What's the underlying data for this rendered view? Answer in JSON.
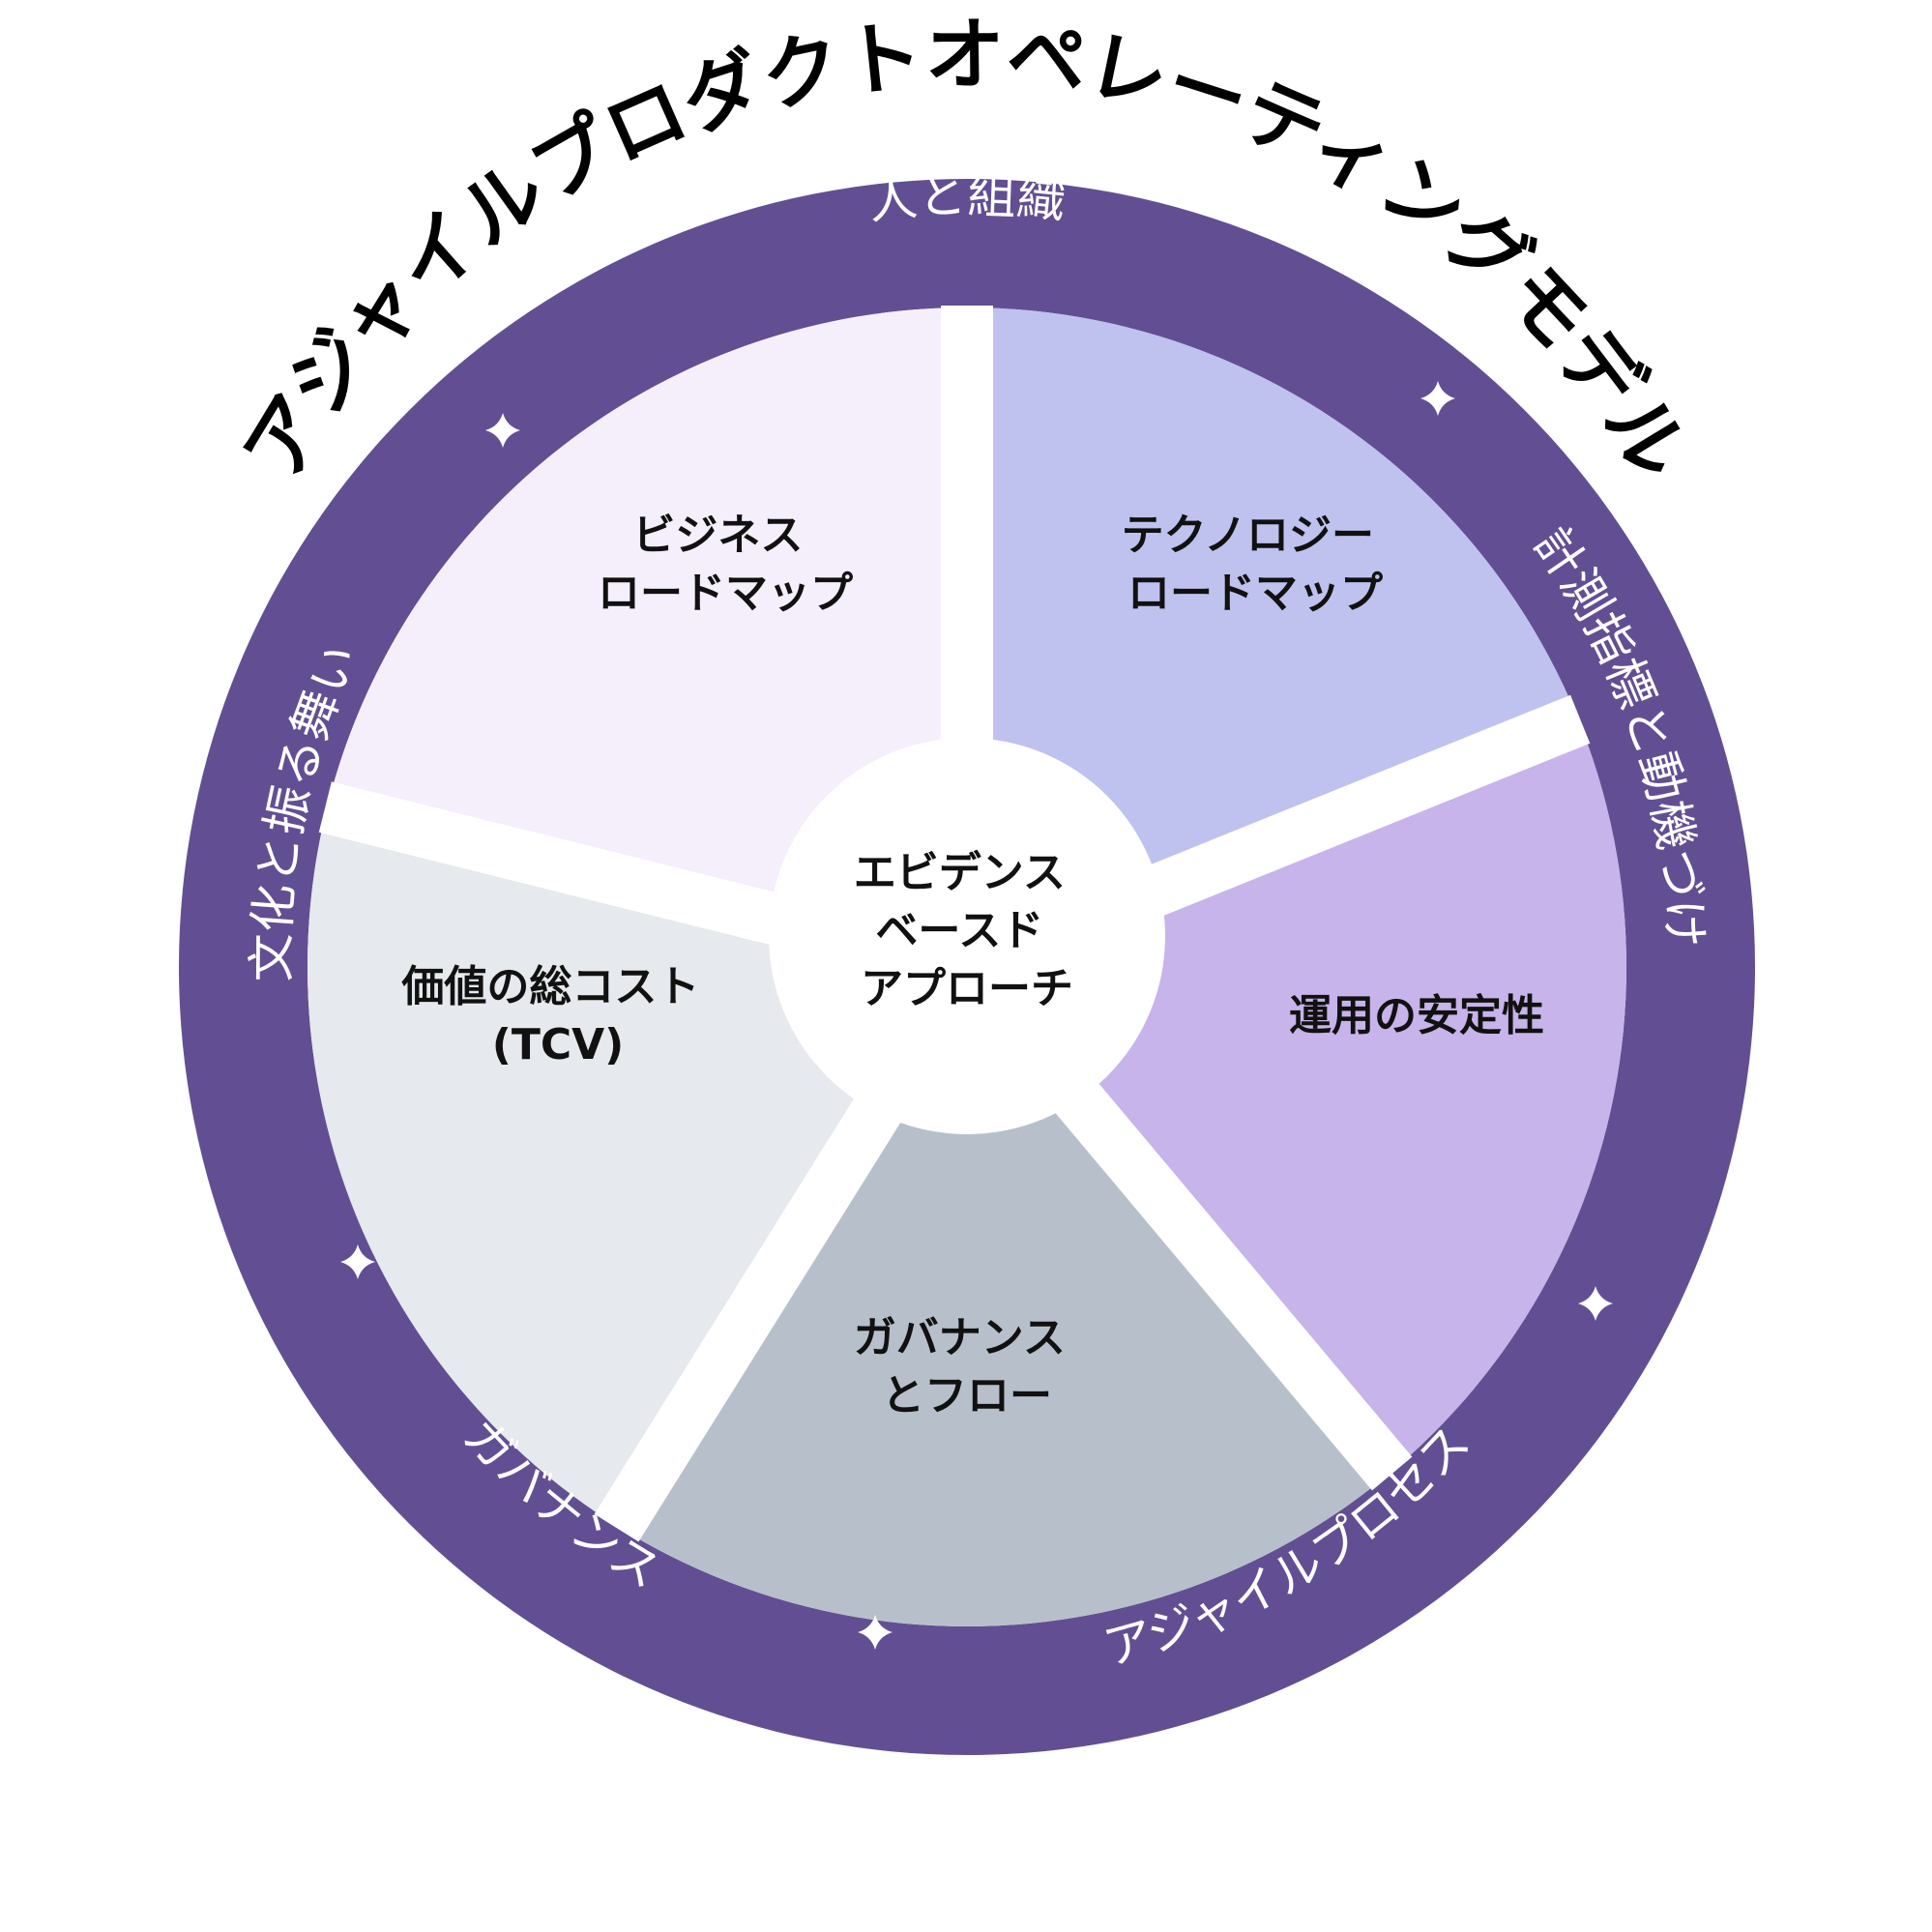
{
  "title": "アジャイルプロダクトオペレーティングモデル",
  "ring_labels": {
    "top": "人と組織",
    "right": "計測指標と動機づけ",
    "bottom_right": "アジャイルプロセス",
    "bottom_left": "ガバナンス",
    "left": "文化と振る舞い"
  },
  "segments": [
    {
      "lines": [
        "ビジネス",
        "ロードマップ"
      ],
      "color": "#f5effc"
    },
    {
      "lines": [
        "テクノロジー",
        "ロードマップ"
      ],
      "color": "#bfc2ee"
    },
    {
      "lines": [
        "運用の安定性"
      ],
      "color": "#c7b4ea"
    },
    {
      "lines": [
        "ガバナンス",
        "とフロー"
      ],
      "color": "#b7c0ca"
    },
    {
      "lines": [
        "価値の総コスト",
        "(TCV)"
      ],
      "color": "#e6e9ed"
    }
  ],
  "center": {
    "lines": [
      "エビデンス",
      "ベースド",
      "アプローチ"
    ]
  },
  "colors": {
    "ring": "#624f93",
    "gap": "#ffffff",
    "sparkle": "#ffffff"
  },
  "icons": [
    "sparkle-icon"
  ]
}
